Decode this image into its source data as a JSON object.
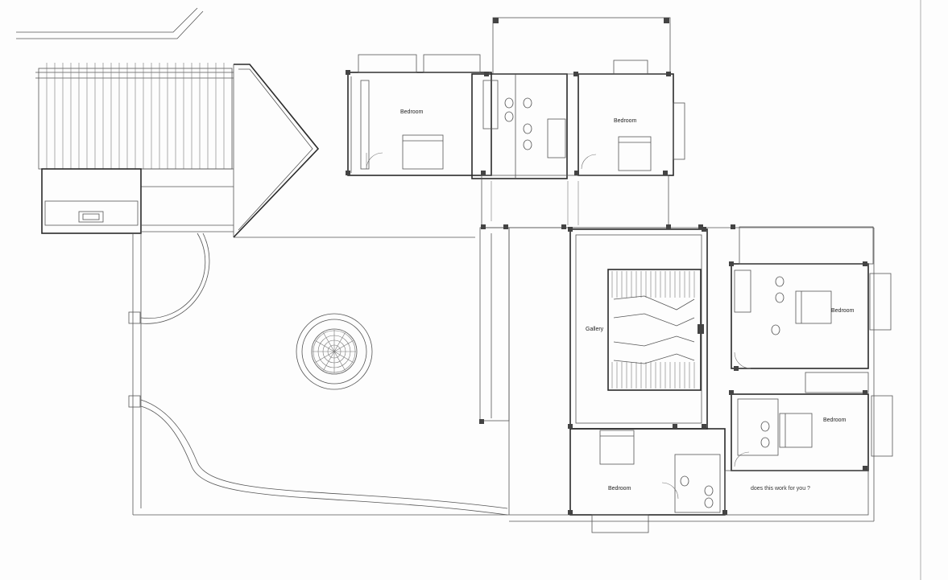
{
  "rooms": {
    "bedroom_top_left": "Bedroom",
    "bedroom_top_right": "Bedroom",
    "bedroom_right_upper": "Bedroom",
    "bedroom_right_lower": "Bedroom",
    "bedroom_bottom": "Bedroom",
    "gallery": "Gallery"
  },
  "note": "does this work for you ?"
}
